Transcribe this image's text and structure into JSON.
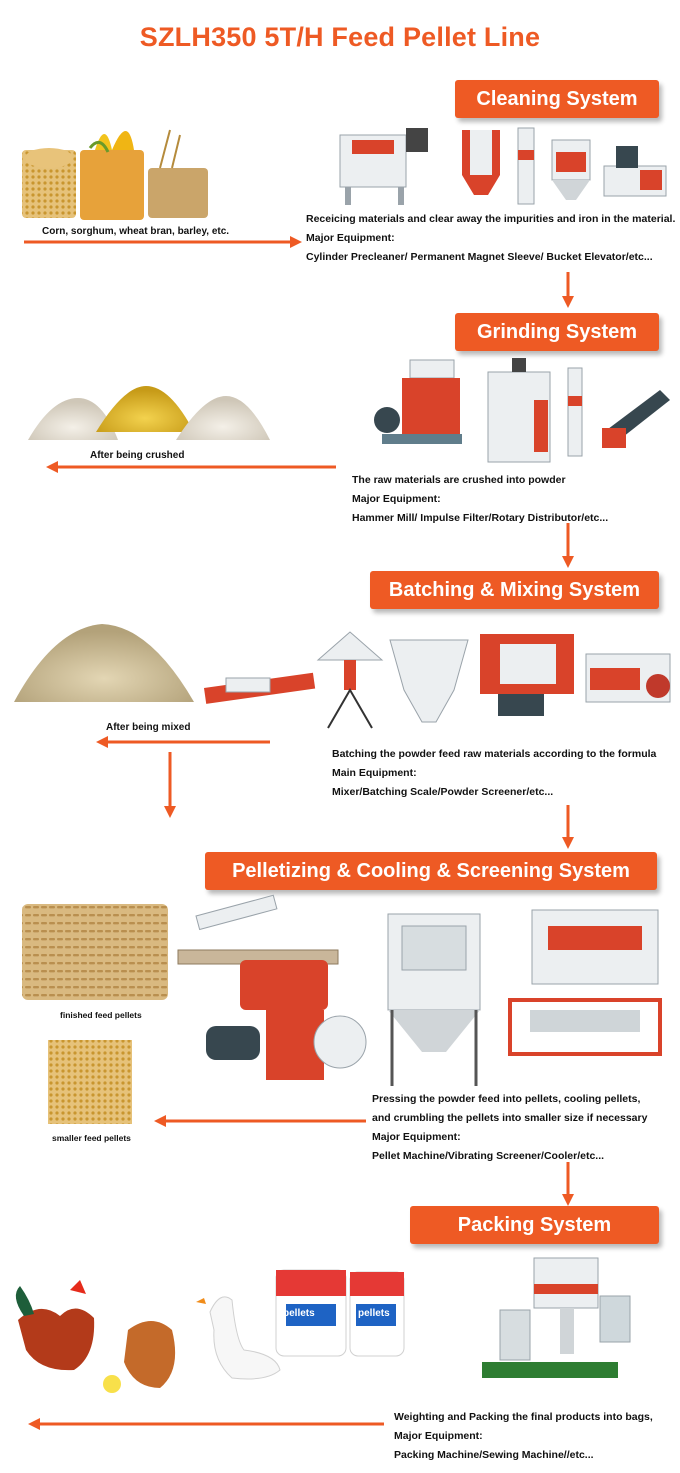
{
  "title": "SZLH350 5T/H Feed Pellet Line",
  "colors": {
    "accent": "#ee5a24",
    "text": "#111111",
    "machine_red": "#d9432a",
    "machine_white": "#eceff1"
  },
  "raw_materials": {
    "caption": "Corn, sorghum, wheat bran, barley, etc."
  },
  "stages": [
    {
      "name": "Cleaning System",
      "description": "Receicing materials and clear away the impurities and iron in the material.",
      "equipment_label": "Major Equipment:",
      "equipment": "Cylinder Precleaner/ Permanent Magnet Sleeve/ Bucket Elevator/etc..."
    },
    {
      "name": "Grinding System",
      "description": "The raw materials are crushed into powder",
      "equipment_label": "Major Equipment:",
      "equipment": "Hammer Mill/ Impulse Filter/Rotary Distributor/etc...",
      "output_caption": "After being crushed"
    },
    {
      "name": "Batching & Mixing System",
      "description": "Batching the powder feed raw materials according to the formula",
      "equipment_label": "Main Equipment:",
      "equipment": "Mixer/Batching Scale/Powder Screener/etc...",
      "output_caption": "After being mixed"
    },
    {
      "name": "Pelletizing & Cooling & Screening System",
      "description_1": "Pressing the powder feed into pellets, cooling pellets,",
      "description_2": "and crumbling the pellets into smaller size if necessary",
      "equipment_label": "Major Equipment:",
      "equipment": "Pellet Machine/Vibrating Screener/Cooler/etc...",
      "output_caption_1": "finished feed pellets",
      "output_caption_2": "smaller feed pellets"
    },
    {
      "name": "Packing System",
      "description": "Weighting and Packing the final products into bags,",
      "equipment_label": "Major Equipment:",
      "equipment": "Packing Machine/Sewing Machine//etc...",
      "bag_label": "pellets"
    }
  ]
}
